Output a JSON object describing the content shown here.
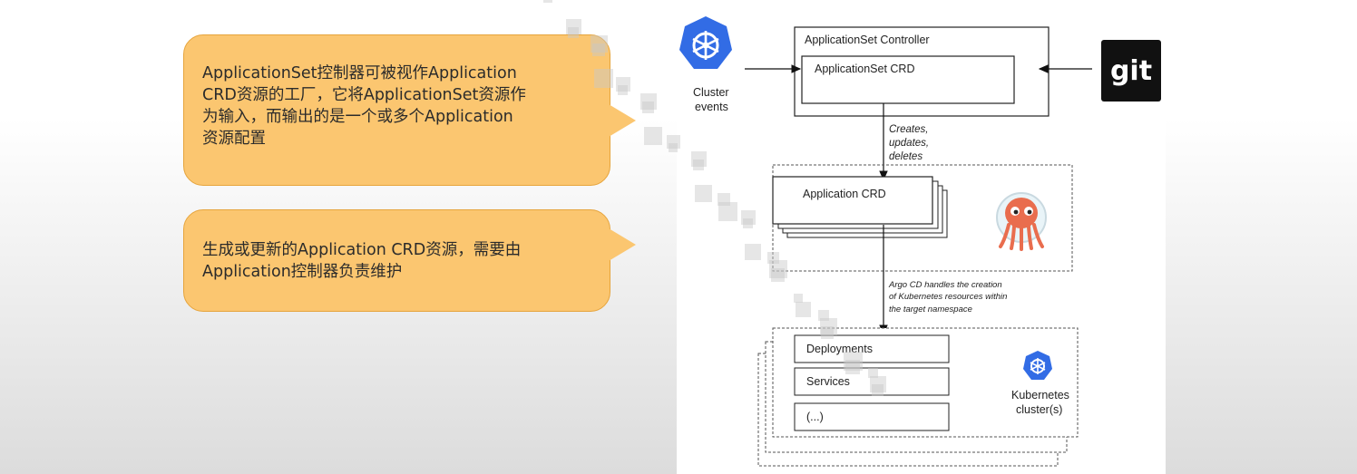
{
  "callouts": [
    {
      "lines": [
        "ApplicationSet控制器可被视作Application",
        "CRD资源的工厂，它将ApplicationSet资源作",
        "为输入，而输出的是一个或多个Application",
        "资源配置"
      ]
    },
    {
      "lines": [
        "生成或更新的Application CRD资源，需要由",
        "Application控制器负责维护"
      ]
    }
  ],
  "diagram": {
    "cluster_events": [
      "Cluster",
      "events"
    ],
    "controller_label": "ApplicationSet Controller",
    "crd_label": "ApplicationSet CRD",
    "git_label": "git",
    "creates_lines": [
      "Creates,",
      "updates,",
      "deletes"
    ],
    "application_crd": "Application CRD",
    "argo_lines": [
      "Argo CD handles the creation",
      "of Kubernetes resources within",
      "the target namespace"
    ],
    "resources": [
      "Deployments",
      "Services",
      "(...)"
    ],
    "kubernetes_lines": [
      "Kubernetes",
      "cluster(s)"
    ],
    "colors": {
      "k8s_blue": "#326ce5",
      "argo_orange": "#e96d4e",
      "git_bg": "#111111",
      "callout": "#fbc670"
    }
  }
}
